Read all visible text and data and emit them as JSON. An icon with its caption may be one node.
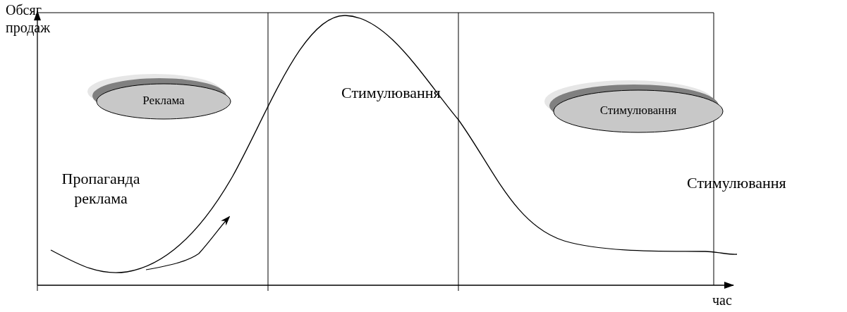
{
  "diagram": {
    "nodes": [
      {
        "text": [
          "Реклама"
        ]
      },
      {
        "text": [
          "Стимулювання"
        ]
      }
    ],
    "labels": [
      "Обсяг продаж",
      "Стимулювання",
      "Пропаганда реклама",
      "Стимулювання",
      "час"
    ]
  }
}
